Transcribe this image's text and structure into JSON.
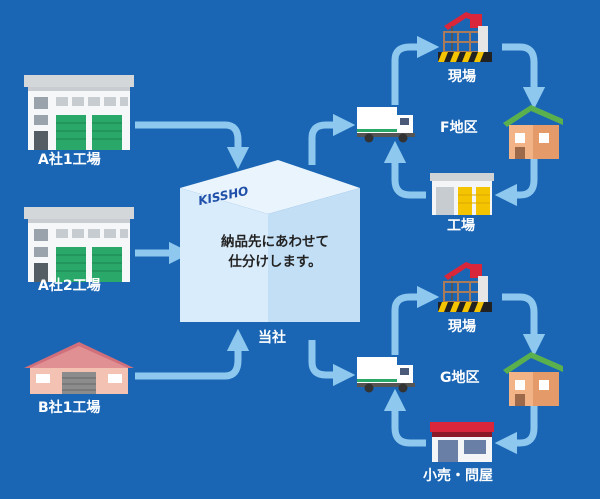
{
  "factories": {
    "a1": "A社1工場",
    "a2": "A社2工場",
    "b1": "B社1工場"
  },
  "hub": {
    "brand": "KISSHO",
    "line1": "納品先にあわせて",
    "line2": "仕分けします。",
    "label": "当社"
  },
  "area_f": {
    "name": "F地区",
    "site": "現場",
    "factory": "工場"
  },
  "area_g": {
    "name": "G地区",
    "site": "現場",
    "store": "小売・問屋"
  },
  "colors": {
    "background": "#1a66b4",
    "arrow": "#8ec8ef",
    "factory_door": "#2aa86a",
    "brand": "#1f4fa8",
    "roof_green": "#5bb04e",
    "house_wall": "#f2b487",
    "store_red": "#d9263a"
  }
}
